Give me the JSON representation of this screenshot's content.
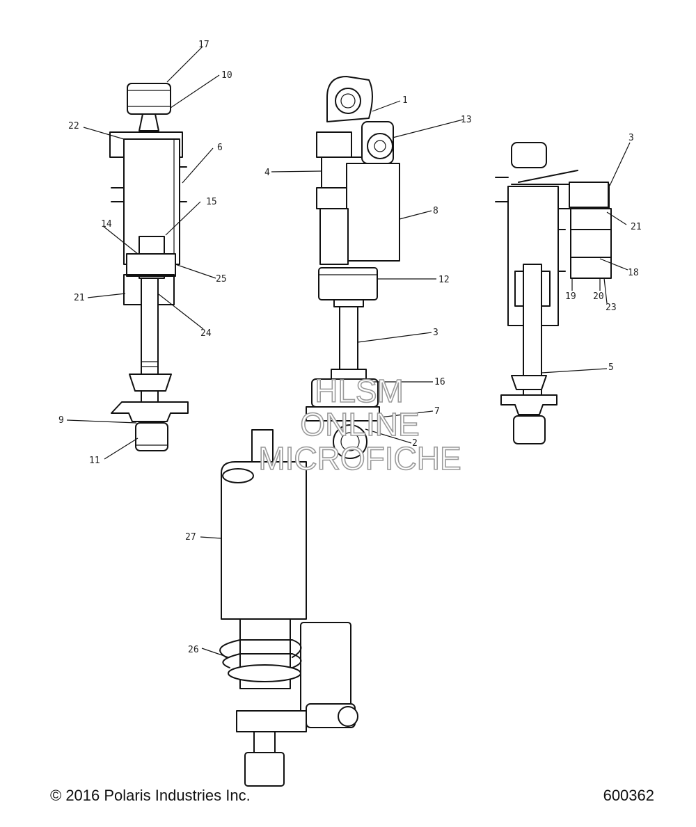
{
  "callouts": {
    "c17a": "17",
    "c10a": "10",
    "c22": "22",
    "c6": "6",
    "c15": "15",
    "c14": "14",
    "c25a": "25",
    "c21a": "21",
    "c24": "24",
    "c9": "9",
    "c11": "11",
    "c1": "1",
    "c13": "13",
    "c4": "4",
    "c8": "8",
    "c12": "12",
    "c3a": "3",
    "c16": "16",
    "c7": "7",
    "c2": "2",
    "c3b": "3",
    "c21b": "21",
    "c18": "18",
    "c19": "19",
    "c20": "20",
    "c23": "23",
    "c5": "5",
    "c27": "27",
    "c26": "26"
  },
  "watermark": {
    "line1": "HLSM",
    "line2": "ONLINE",
    "line3": "MICROFICHE"
  },
  "footer": {
    "copyright": "© 2016 Polaris Industries Inc.",
    "drawing_number": "600362"
  }
}
